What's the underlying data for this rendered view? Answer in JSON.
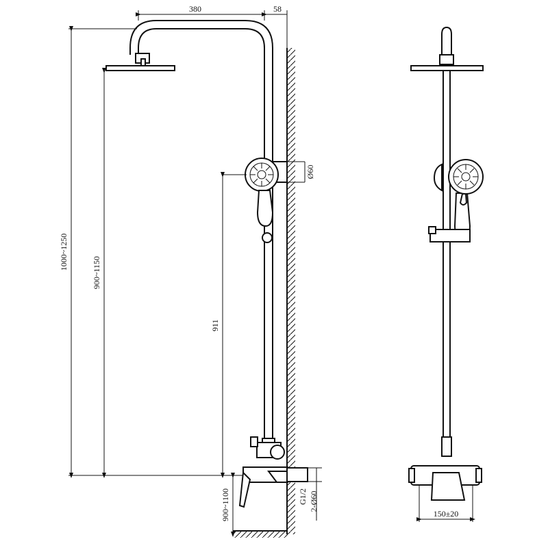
{
  "dimensions": {
    "arm_length": "380",
    "wall_offset": "58",
    "pipe_diameter": "Ø60",
    "total_height": "1000~1250",
    "head_height": "900~1150",
    "handshower_height": "911",
    "mixer_height": "900~1100",
    "thread": "G1/2",
    "inlet_diameter": "2-Ø60",
    "inlet_spacing": "150±20"
  }
}
